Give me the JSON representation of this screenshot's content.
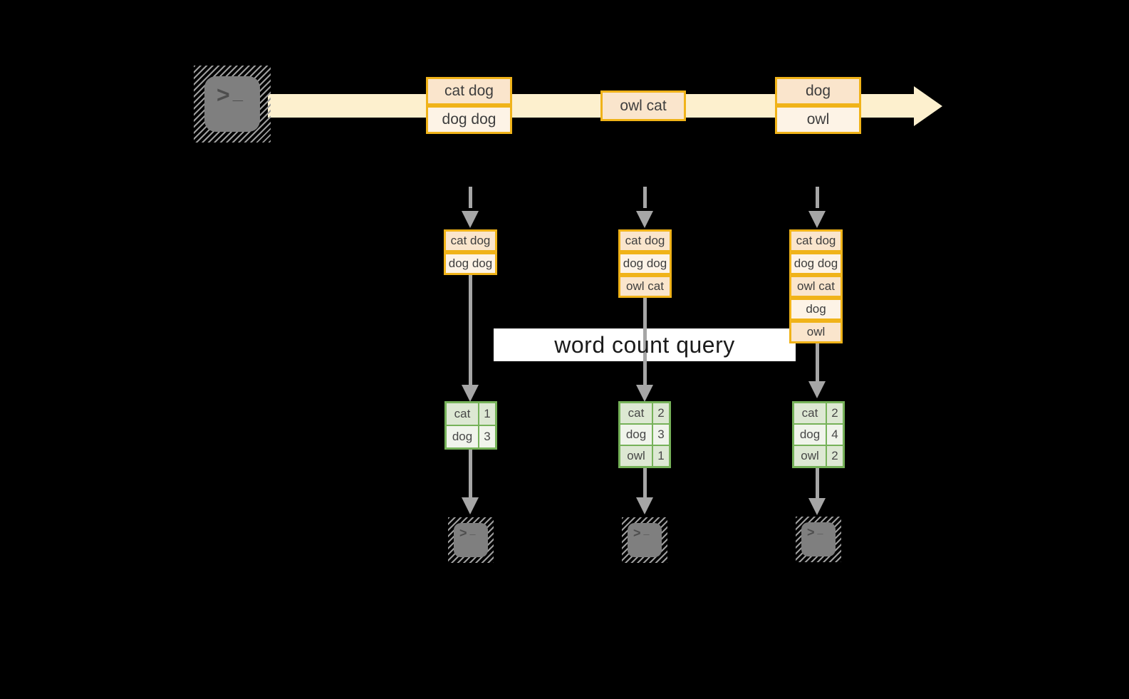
{
  "title": {
    "label": "word count query"
  },
  "terminal": {
    "chevron": ">",
    "cursor": "_"
  },
  "stream": {
    "batches": [
      {
        "rows": [
          "cat dog",
          "dog dog"
        ]
      },
      {
        "rows": [
          "owl cat"
        ]
      },
      {
        "rows": [
          "dog",
          "owl"
        ]
      }
    ]
  },
  "states": [
    {
      "rows": [
        "cat dog",
        "dog dog"
      ]
    },
    {
      "rows": [
        "cat dog",
        "dog dog",
        "owl cat"
      ]
    },
    {
      "rows": [
        "cat dog",
        "dog dog",
        "owl cat",
        "dog",
        "owl"
      ]
    }
  ],
  "counts": [
    {
      "rows": [
        {
          "word": "cat",
          "count": "1"
        },
        {
          "word": "dog",
          "count": "3"
        }
      ]
    },
    {
      "rows": [
        {
          "word": "cat",
          "count": "2"
        },
        {
          "word": "dog",
          "count": "3"
        },
        {
          "word": "owl",
          "count": "1"
        }
      ]
    },
    {
      "rows": [
        {
          "word": "cat",
          "count": "2"
        },
        {
          "word": "dog",
          "count": "4"
        },
        {
          "word": "owl",
          "count": "2"
        }
      ]
    }
  ],
  "colors": {
    "background": "#000000",
    "gold_border": "#F0B319",
    "peach_fill": "#FAE5CC",
    "cream_fill": "#FDF3E6",
    "stream_band": "#FDF0CE",
    "green_border": "#76B259",
    "green_cell_dark": "#DDE8D3",
    "green_cell_light": "#F0F4EB",
    "arrow_gray": "#A6A6A6",
    "terminal_gray": "#7F7F7F",
    "query_band_bg": "#FFFFFF"
  }
}
